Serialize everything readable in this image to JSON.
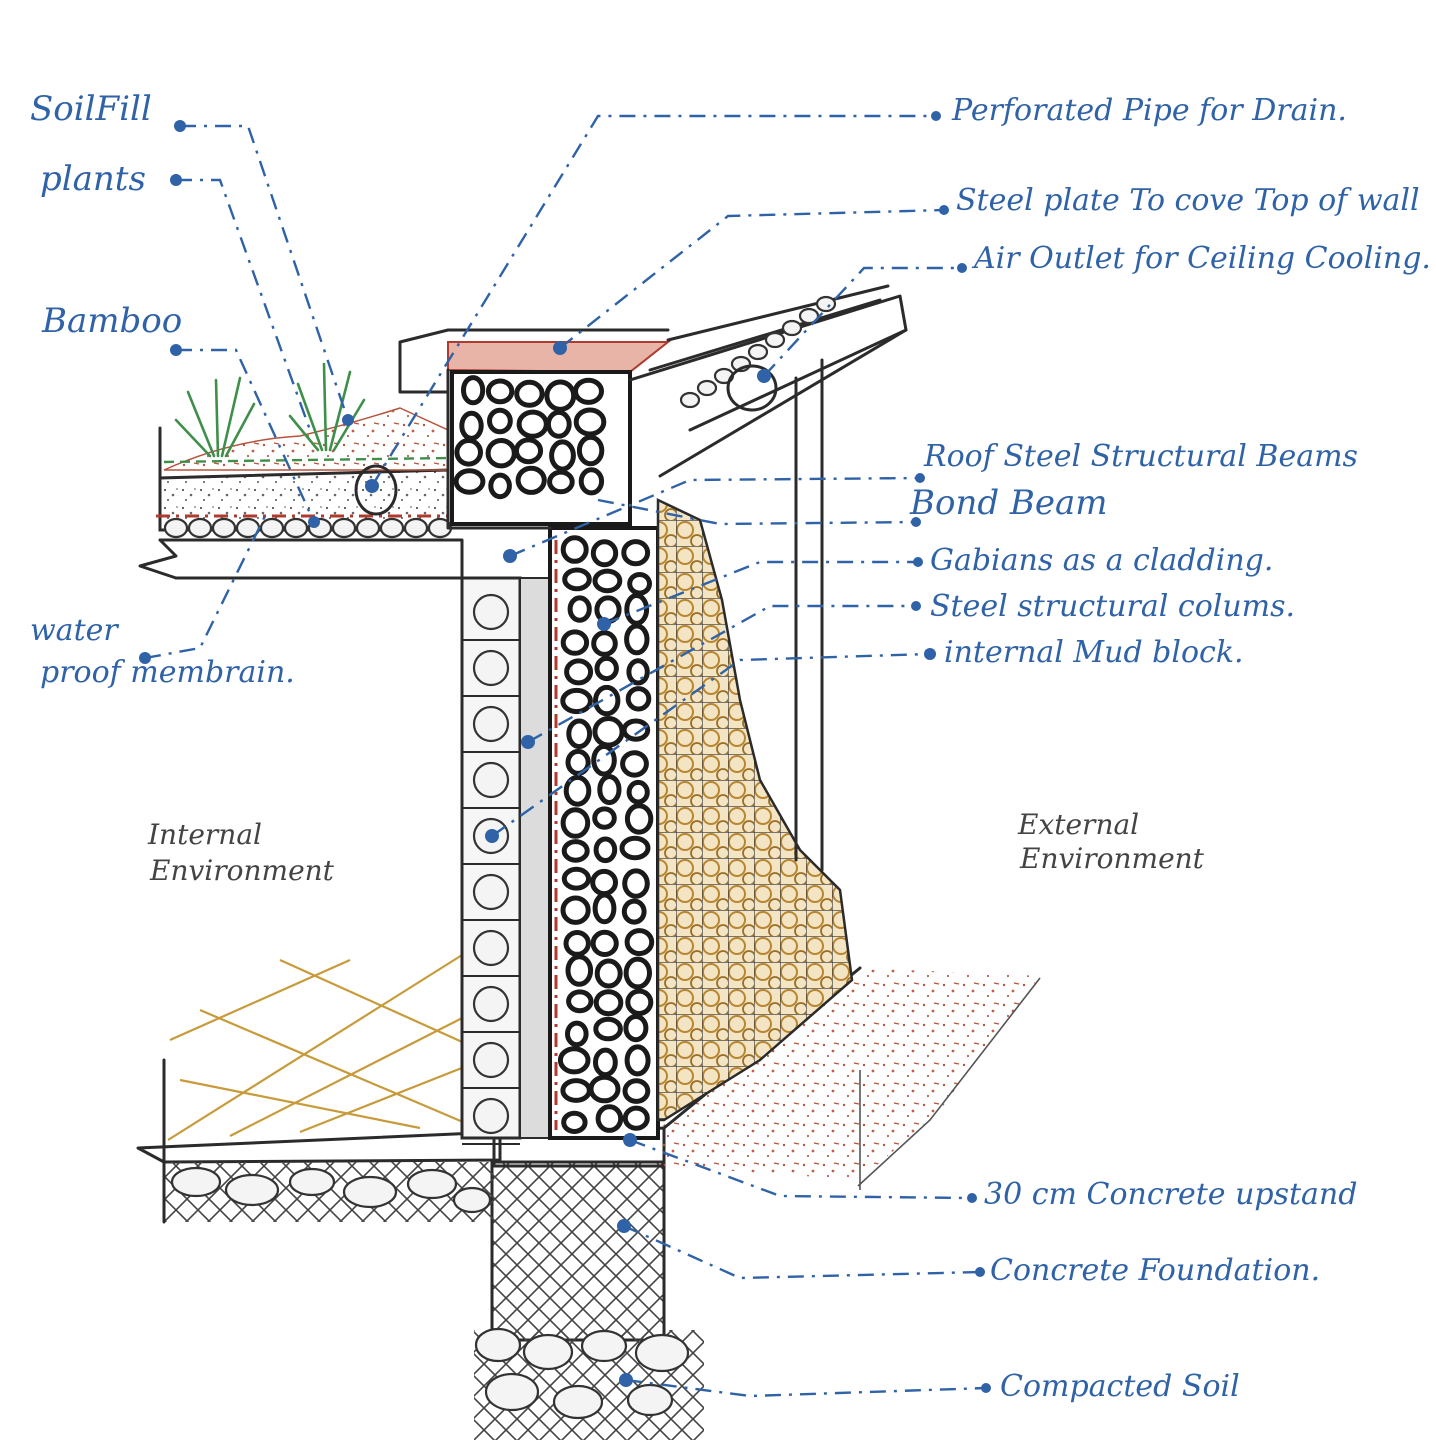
{
  "labels": {
    "soil_fill": "SoilFill",
    "plants": "plants",
    "bamboo": "Bamboo",
    "waterproof_line1": "water",
    "waterproof_line2": "proof membrain.",
    "perforated_pipe": "Perforated Pipe for Drain.",
    "steel_plate": "Steel plate To cove Top of wall",
    "air_outlet": "Air Outlet for Ceiling Cooling.",
    "roof_beams": "Roof Steel Structural Beams",
    "bond_beam": "Bond Beam",
    "gabions": "Gabians as a cladding.",
    "steel_columns": "Steel structural colums.",
    "mud_block": "internal Mud block.",
    "upstand": "30 cm Concrete upstand",
    "foundation": "Concrete Foundation.",
    "compacted_soil": "Compacted Soil",
    "internal_env_line1": "Internal",
    "internal_env_line2": "Environment",
    "external_env_line1": "External",
    "external_env_line2": "Environment"
  },
  "colors": {
    "annotation_ink": "#2f62a6",
    "pencil": "#2b2b2b",
    "waterproof_red": "#b03a2e",
    "gabion_ochre": "#b8862f",
    "external_soil": "#b5533c",
    "vegetation": "#3f8f4a"
  },
  "icons": {
    "leader_end": "dot-icon",
    "grass": "grass-icon"
  }
}
